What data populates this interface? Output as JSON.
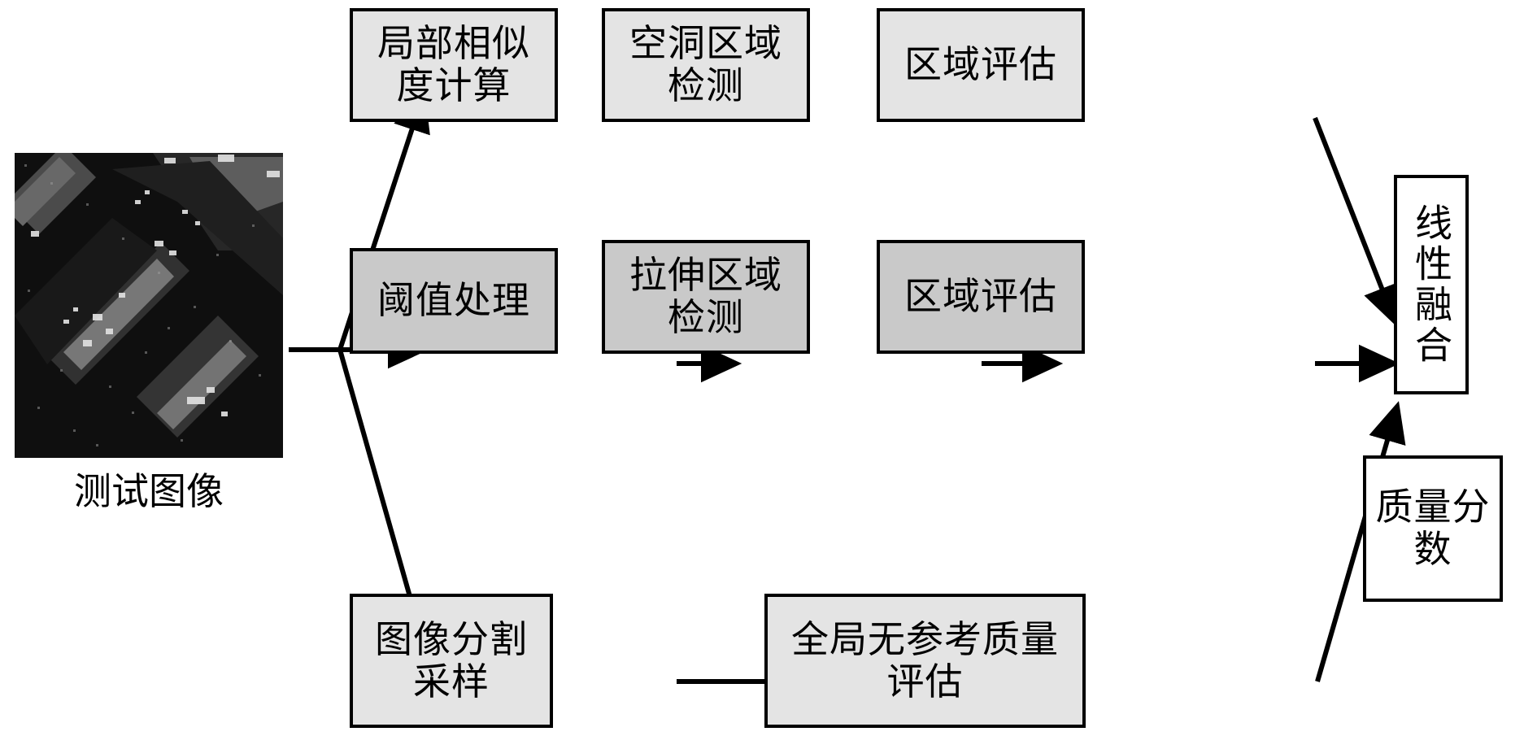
{
  "diagram": {
    "title_text": "",
    "background_color": "#ffffff",
    "stroke_color": "#000000",
    "fill_light": "#e4e4e4",
    "fill_mid": "#c9c9c9",
    "fill_white": "#ffffff",
    "input": {
      "caption": "测试图像",
      "image_kind": "sar-satellite-grayscale"
    },
    "nodes": [
      {
        "id": "local-similarity",
        "label": "局部相似\n度计算",
        "fill": "light"
      },
      {
        "id": "void-detection",
        "label": "空洞区域\n检测",
        "fill": "light"
      },
      {
        "id": "region-eval-top",
        "label": "区域评估",
        "fill": "light"
      },
      {
        "id": "threshold",
        "label": "阈值处理",
        "fill": "mid"
      },
      {
        "id": "stretch-detection",
        "label": "拉伸区域\n检测",
        "fill": "mid"
      },
      {
        "id": "region-eval-mid",
        "label": "区域评估",
        "fill": "mid"
      },
      {
        "id": "segment-sampling",
        "label": "图像分割\n采样",
        "fill": "light"
      },
      {
        "id": "global-nr-quality",
        "label": "全局无参考质量\n评估",
        "fill": "light"
      },
      {
        "id": "linear-fusion",
        "label": "线性融合",
        "fill": "white"
      },
      {
        "id": "quality-score",
        "label": "质量分\n数",
        "fill": "white"
      }
    ],
    "edges": [
      {
        "from": "test-image",
        "to": "local-similarity"
      },
      {
        "from": "test-image",
        "to": "threshold"
      },
      {
        "from": "test-image",
        "to": "segment-sampling"
      },
      {
        "from": "local-similarity",
        "to": "void-detection"
      },
      {
        "from": "void-detection",
        "to": "region-eval-top"
      },
      {
        "from": "region-eval-top",
        "to": "linear-fusion"
      },
      {
        "from": "threshold",
        "to": "stretch-detection"
      },
      {
        "from": "stretch-detection",
        "to": "region-eval-mid"
      },
      {
        "from": "region-eval-mid",
        "to": "linear-fusion"
      },
      {
        "from": "segment-sampling",
        "to": "global-nr-quality"
      },
      {
        "from": "global-nr-quality",
        "to": "linear-fusion"
      },
      {
        "from": "linear-fusion",
        "to": "quality-score"
      }
    ]
  }
}
